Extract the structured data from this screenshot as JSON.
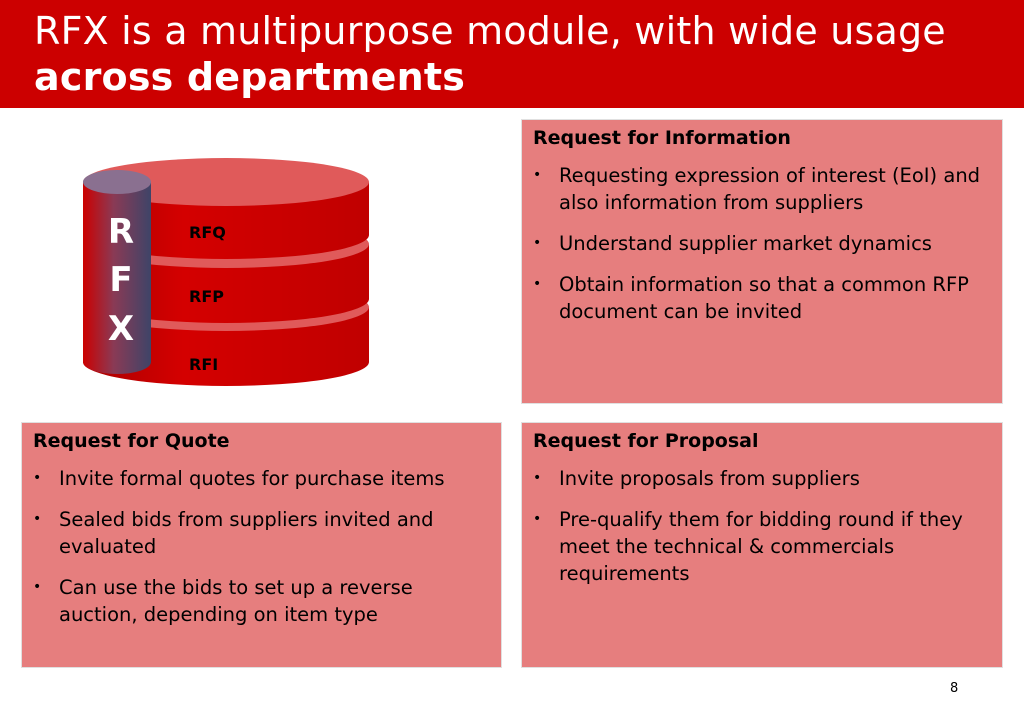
{
  "header": {
    "title_line1": "RFX is a multipurpose module, with wide usage",
    "title_line2": "across departments"
  },
  "colors": {
    "header_bg": "#cc0000",
    "box_bg": "#e67e7e",
    "disk_red": "#cc0000",
    "disk_top": "#e05a5a",
    "pillar": "#4a4e6e"
  },
  "stack": {
    "pillar_letters": [
      "R",
      "F",
      "X"
    ],
    "layers": [
      "RFQ",
      "RFP",
      "RFI"
    ]
  },
  "boxes": {
    "rfi": {
      "heading": "Request for Information",
      "items": [
        "Requesting expression of interest (EoI) and also information from suppliers",
        "Understand supplier market dynamics",
        "Obtain information so that a common RFP document can be invited"
      ]
    },
    "rfq": {
      "heading": "Request for Quote",
      "items": [
        "Invite formal quotes for purchase items",
        "Sealed bids from suppliers invited and evaluated",
        "Can use the bids to set up a reverse auction, depending on item type"
      ]
    },
    "rfp": {
      "heading": "Request for Proposal",
      "items": [
        "Invite proposals from suppliers",
        "Pre-qualify them for bidding round if they meet the technical & commercials requirements"
      ]
    }
  },
  "bullet_glyph": "•",
  "page_number": "8"
}
